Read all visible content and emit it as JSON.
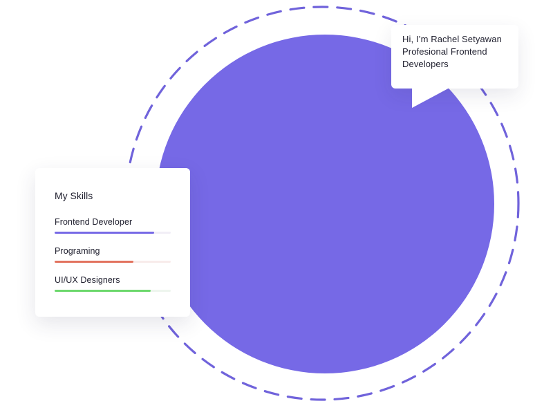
{
  "colors": {
    "circle": "#7669e6",
    "ring": "#7063db",
    "card_bg": "#ffffff",
    "text": "#1f1f2e"
  },
  "speech": {
    "lines": [
      "Hi, I’m Rachel Setyawan",
      "Profesional Frontend",
      "Developers"
    ]
  },
  "skills": {
    "title": "My Skills",
    "items": [
      {
        "label": "Frontend Developer",
        "level": 0.86,
        "color": "#7669e6",
        "track": "#f1eef6"
      },
      {
        "label": "Programing",
        "level": 0.68,
        "color": "#e2735e",
        "track": "#f8eceb"
      },
      {
        "label": "UI/UX Designers",
        "level": 0.83,
        "color": "#6cd86c",
        "track": "#eef5ee"
      }
    ]
  }
}
